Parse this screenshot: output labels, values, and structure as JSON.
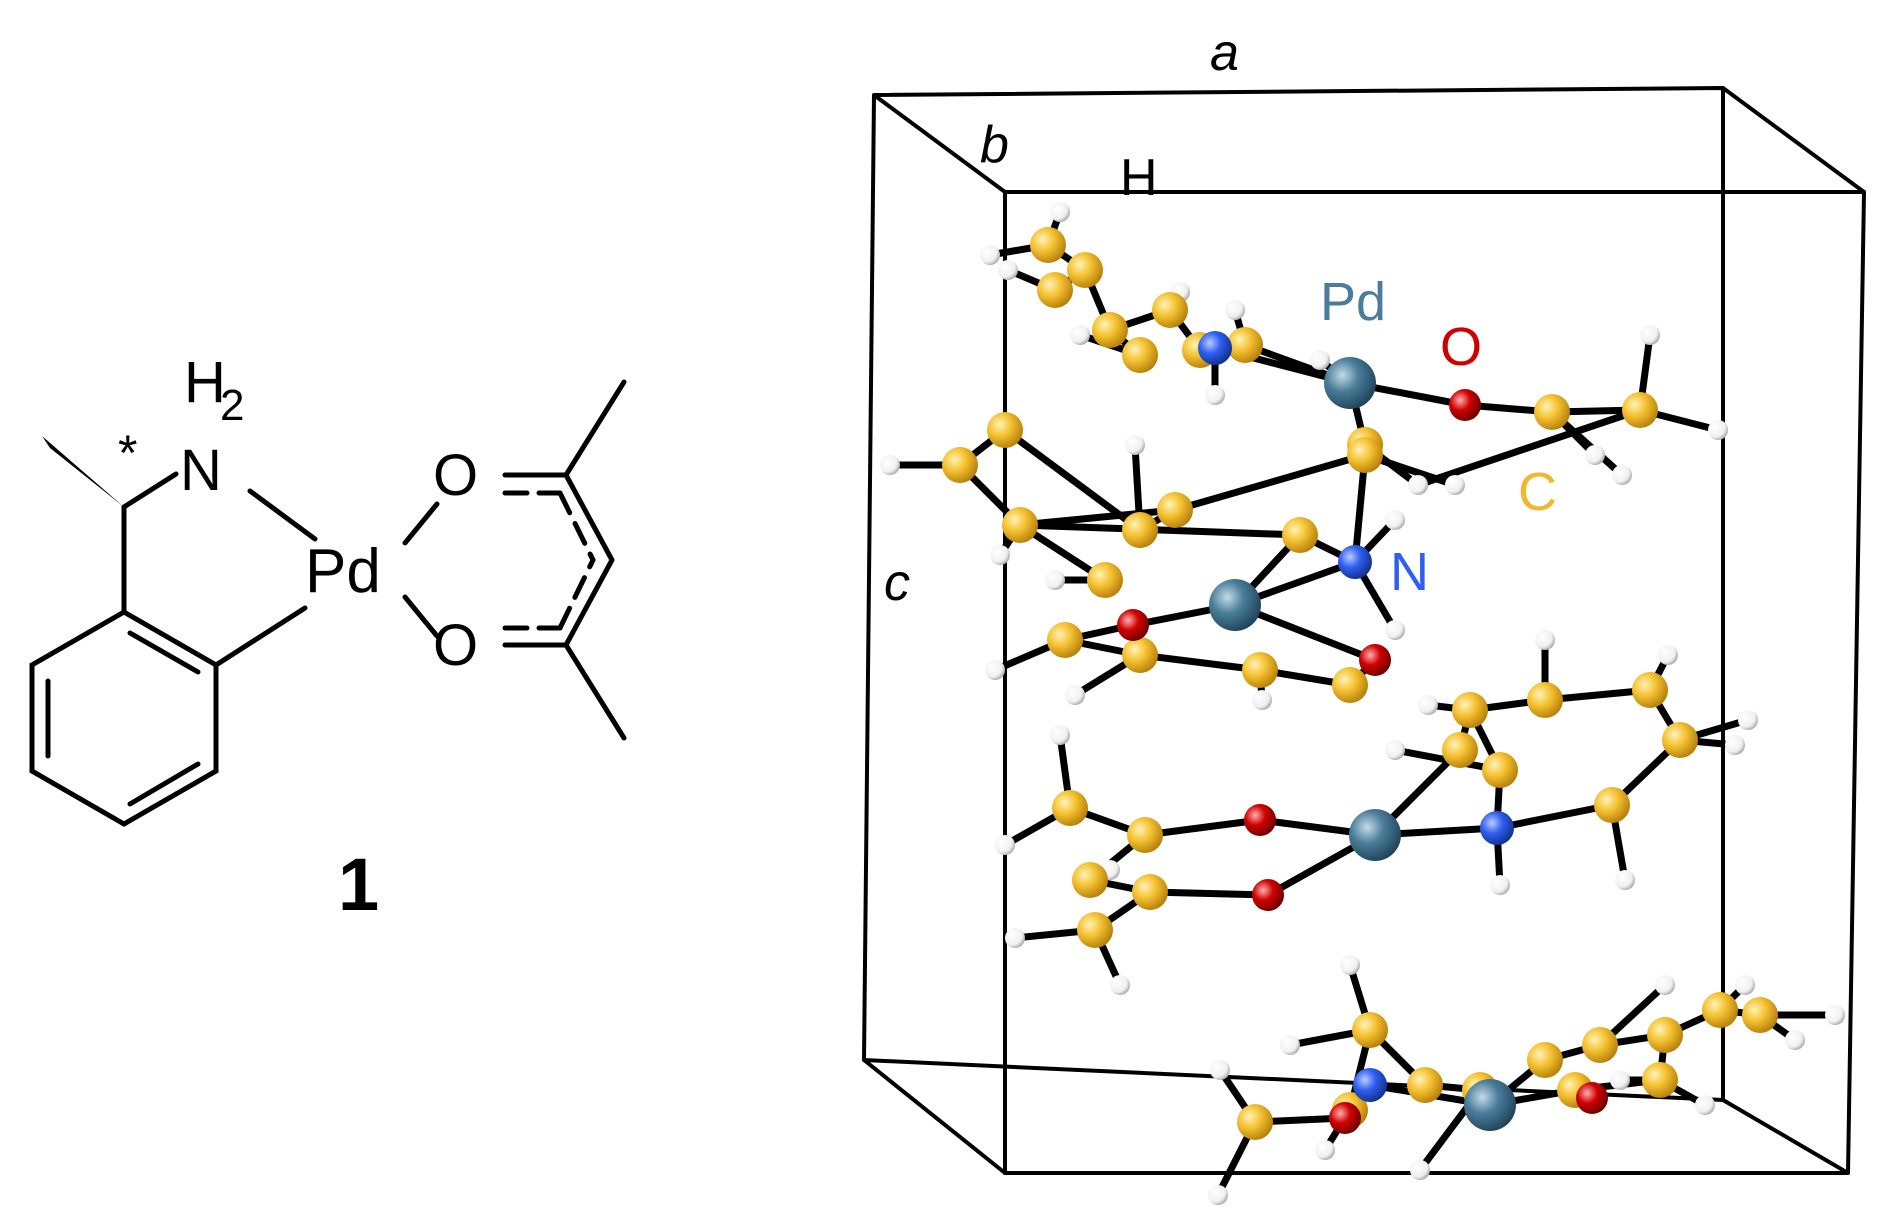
{
  "structure": {
    "amine_label": "H",
    "amine_sub": "2",
    "nitrogen": "N",
    "metal": "Pd",
    "oxygen_top": "O",
    "oxygen_bottom": "O",
    "stereo_mark": "*",
    "compound_number": "1"
  },
  "crystal": {
    "axis_a": "a",
    "axis_b": "b",
    "axis_c": "c",
    "labels": {
      "H": "H",
      "Pd": "Pd",
      "O": "O",
      "C": "C",
      "N": "N"
    },
    "colors": {
      "H": "#ffffff",
      "C": "#f1b82f",
      "N": "#2f5ff0",
      "O": "#d10000",
      "Pd": "#4a7d9a"
    }
  }
}
